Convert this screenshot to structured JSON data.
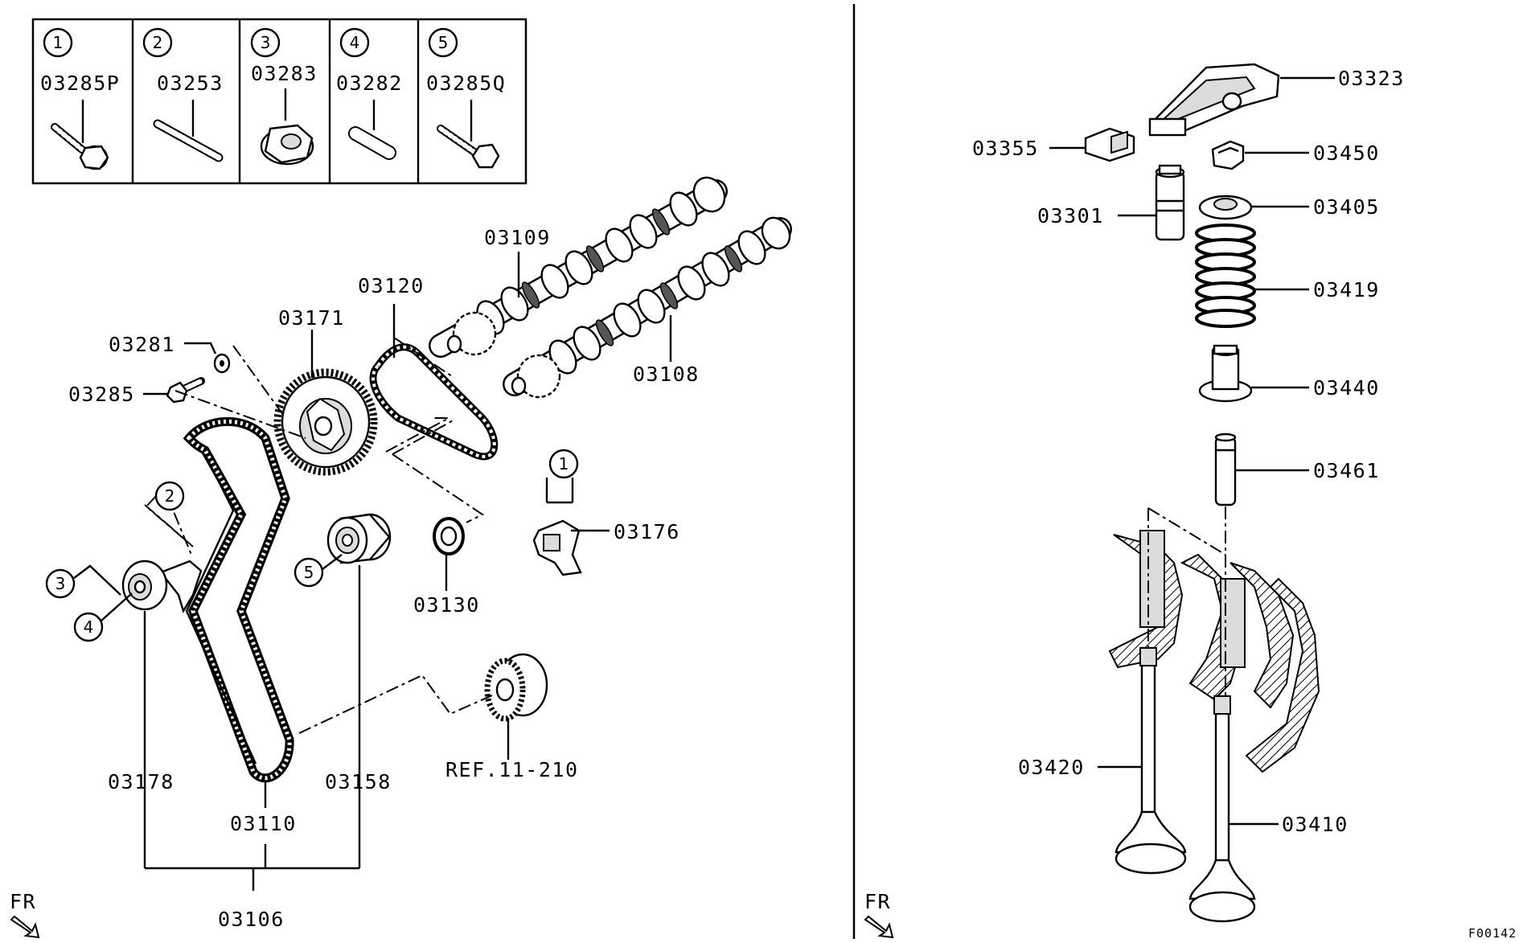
{
  "hardware_table": [
    {
      "index": "1",
      "part_no": "03285P"
    },
    {
      "index": "2",
      "part_no": "03253"
    },
    {
      "index": "3",
      "part_no": "03283"
    },
    {
      "index": "4",
      "part_no": "03282"
    },
    {
      "index": "5",
      "part_no": "03285Q"
    }
  ],
  "left_labels": {
    "p03109": "03109",
    "p03120": "03120",
    "p03171": "03171",
    "p03281": "03281",
    "p03285": "03285",
    "p03108": "03108",
    "p03176": "03176",
    "p03130": "03130",
    "ref": "REF.11-210",
    "p03178": "03178",
    "p03158": "03158",
    "p03110": "03110",
    "p03106": "03106"
  },
  "callouts": {
    "c1": "1",
    "c2": "2",
    "c3": "3",
    "c4": "4",
    "c5": "5"
  },
  "right_labels": {
    "p03323": "03323",
    "p03355": "03355",
    "p03450": "03450",
    "p03301": "03301",
    "p03405": "03405",
    "p03419": "03419",
    "p03440": "03440",
    "p03461": "03461",
    "p03420": "03420",
    "p03410": "03410"
  },
  "direction": {
    "left": "FR",
    "right": "FR"
  },
  "figure_id": "F00142"
}
